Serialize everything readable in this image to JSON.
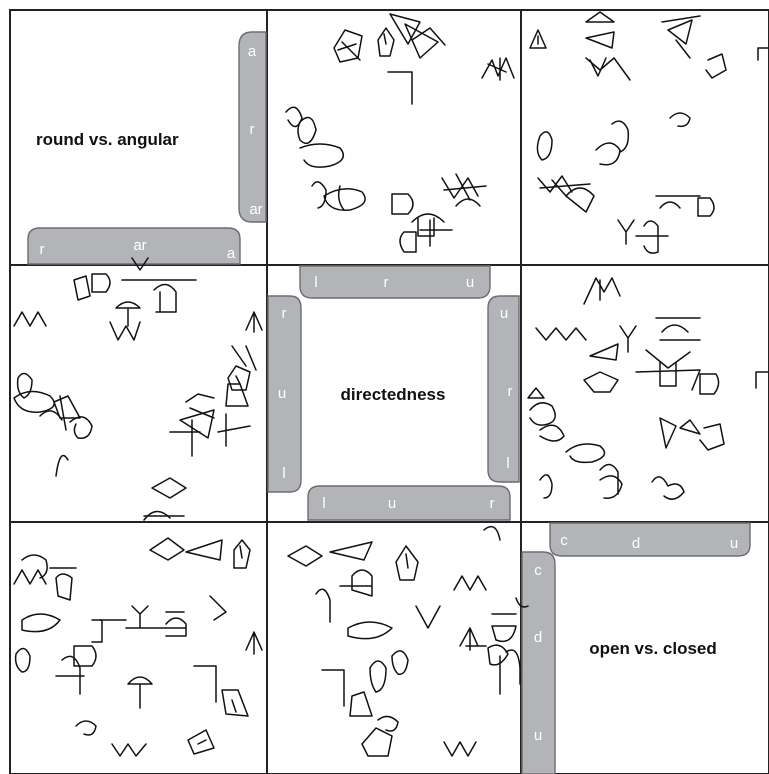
{
  "panels": {
    "round_angular": {
      "title": "round vs. angular",
      "right_bar": {
        "top": "a",
        "mid": "r",
        "bottom": "ar"
      },
      "bottom_bar": {
        "left": "r",
        "mid": "ar",
        "right": "a"
      }
    },
    "directedness": {
      "title": "directedness",
      "top_bar": {
        "left": "l",
        "mid": "r",
        "right": "u"
      },
      "left_bar": {
        "top": "r",
        "mid": "u",
        "bottom": "l"
      },
      "right_bar": {
        "top": "u",
        "mid": "r",
        "bottom": "l"
      },
      "bottom_bar": {
        "left": "l",
        "mid": "u",
        "right": "r"
      }
    },
    "open_closed": {
      "title": "open vs. closed",
      "top_bar": {
        "left": "c",
        "mid": "d",
        "right": "u"
      },
      "left_bar": {
        "top": "c",
        "mid": "d",
        "bottom": "u"
      }
    }
  },
  "colors": {
    "bar_fill": "#b3b4b8",
    "bar_stroke": "#6c6d70",
    "grid_line": "#222222",
    "glyph_stroke": "#111111"
  }
}
